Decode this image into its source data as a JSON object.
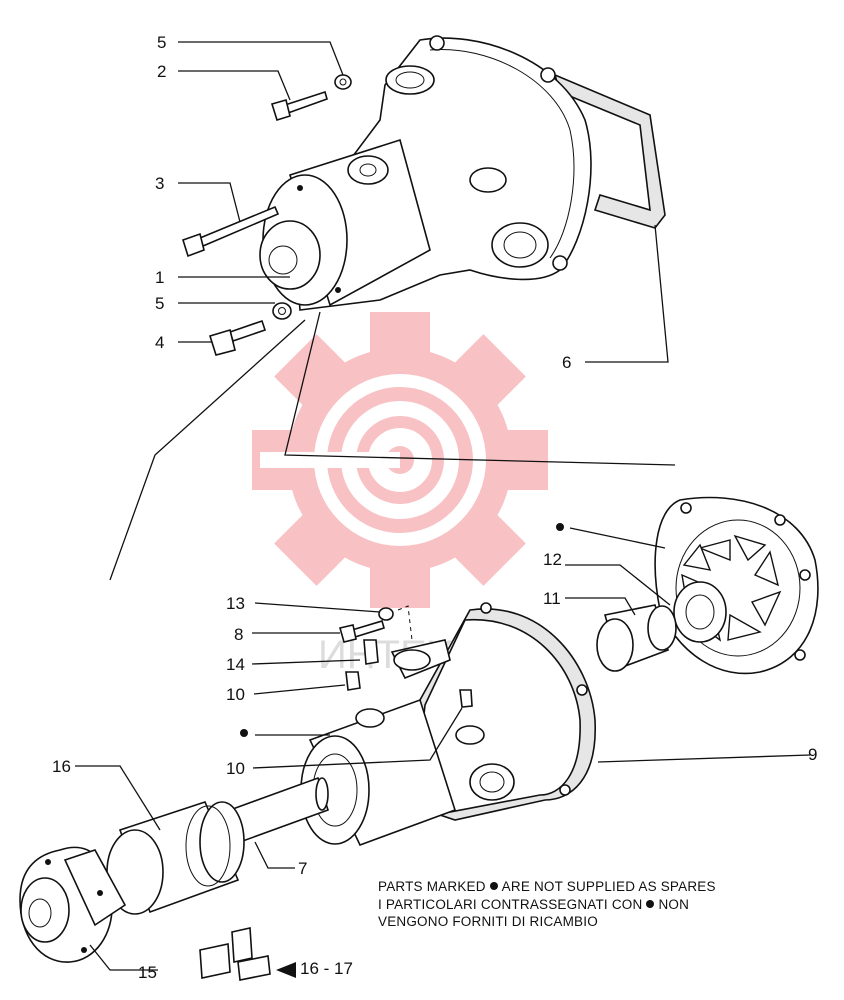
{
  "watermark": {
    "color": "#e8262b",
    "text": "ИНТЕХ"
  },
  "callouts": {
    "c5_top": "5",
    "c2": "2",
    "c3": "3",
    "c1": "1",
    "c5_mid": "5",
    "c4": "4",
    "c6": "6",
    "c12": "12",
    "c11": "11",
    "c13": "13",
    "c8": "8",
    "c14": "14",
    "c10_a": "10",
    "c10_b": "10",
    "c9": "9",
    "c16": "16",
    "c7": "7",
    "c15": "15",
    "c16_17": "16 - 17"
  },
  "note": {
    "line1_a": "PARTS MARKED",
    "line1_b": "ARE NOT SUPPLIED AS SPARES",
    "line2_a": "I PARTICOLARI CONTRASSEGNATI CON",
    "line2_b": "NON",
    "line3": "VENGONO FORNITI DI RICAMBIO"
  }
}
